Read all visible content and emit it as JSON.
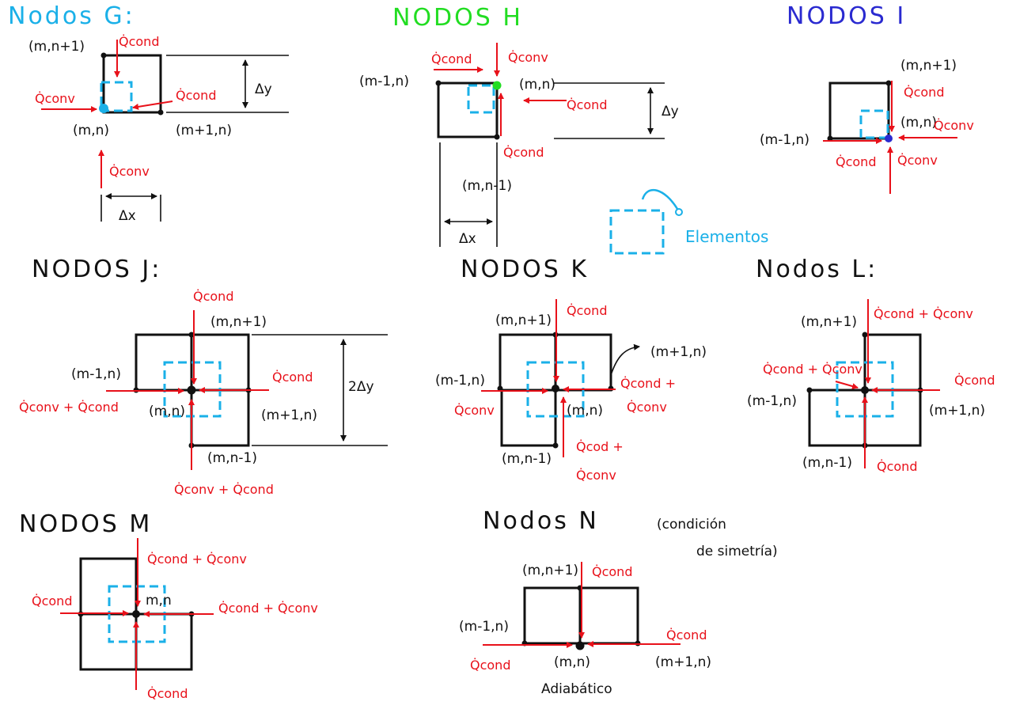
{
  "colors": {
    "blue": "#1ab0e8",
    "green": "#22dd22",
    "navy": "#2a2ad0",
    "red": "#e8111a",
    "black": "#111111"
  },
  "titles": {
    "g": "Nodos G:",
    "h": "NODOS H",
    "i": "NODOS I",
    "j": "NODOS J:",
    "k": "NODOS K",
    "l": "Nodos L:",
    "m": "NODOS M",
    "n": "Nodos N"
  },
  "legend": {
    "label": "Elementos"
  },
  "symmetry_note": {
    "line1": "(condición",
    "line2": "de simetría)"
  },
  "adiabatic": "Adiabático",
  "g": {
    "mn1": "(m,n+1)",
    "mn": "(m,n)",
    "m1n": "(m+1,n)",
    "qcond_top": "Q̇cond",
    "qconv_left": "Q̇conv",
    "qcond_right": "Q̇cond",
    "qconv_bottom": "Q̇conv",
    "dy": "Δy",
    "dx": "Δx"
  },
  "h": {
    "m1n": "(m-1,n)",
    "mn": "(m,n)",
    "mn1": "(m,n-1)",
    "qcond_left": "Q̇cond",
    "qconv_top": "Q̇conv",
    "qcond_right": "Q̇cond",
    "qcond_bottom": "Q̇cond",
    "dy": "Δy",
    "dx": "Δx"
  },
  "i": {
    "mn1": "(m,n+1)",
    "mn": "(m,n)",
    "m1n": "(m-1,n)",
    "qcond_top": "Q̇cond",
    "qconv_right": "Q̇conv",
    "qcond_left": "Q̇cond",
    "qconv_bottom": "Q̇conv"
  },
  "j": {
    "mn1": "(m,n+1)",
    "m1n": "(m-1,n)",
    "mn": "(m,n)",
    "mp1n": "(m+1,n)",
    "mnm1": "(m,n-1)",
    "qcond_top": "Q̇cond",
    "qcond_right": "Q̇cond",
    "qleft": "Q̇conv + Q̇cond",
    "qbottom": "Q̇conv + Q̇cond",
    "dy2": "2Δy"
  },
  "k": {
    "mn1": "(m,n+1)",
    "m1n": "(m-1,n)",
    "mn": "(m,n)",
    "mp1n": "(m+1,n)",
    "mnm1": "(m,n-1)",
    "qcond_top": "Q̇cond",
    "qright1": "Q̇cond +",
    "qright2": "Q̇conv",
    "qconv_left": "Q̇conv",
    "qbottom1": "Q̇cod +",
    "qbottom2": "Q̇conv"
  },
  "l": {
    "mn1": "(m,n+1)",
    "m1n": "(m-1,n)",
    "mp1n": "(m+1,n)",
    "mnm1": "(m,n-1)",
    "qtop": "Q̇cond + Q̇conv",
    "qleft": "Q̇cond + Q̇conv",
    "qcond_right": "Q̇cond",
    "qcond_bottom": "Q̇cond"
  },
  "m": {
    "mn": "m,n",
    "qtop": "Q̇cond + Q̇conv",
    "qcond_left": "Q̇cond",
    "qright": "Q̇cond + Q̇conv",
    "qcond_bottom": "Q̇cond"
  },
  "n": {
    "mn1": "(m,n+1)",
    "m1n": "(m-1,n)",
    "mn": "(m,n)",
    "mp1n": "(m+1,n)",
    "qcond_top": "Q̇cond",
    "qcond_left": "Q̇cond",
    "qcond_right": "Q̇cond"
  }
}
